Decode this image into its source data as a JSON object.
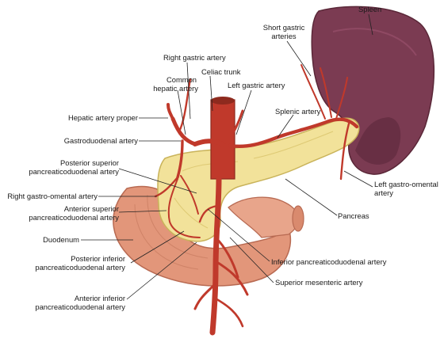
{
  "diagram": {
    "colors": {
      "artery": "#c0392b",
      "artery_dark": "#8e2a1e",
      "pancreas": "#f2e29a",
      "pancreas_dark": "#c9b35a",
      "duodenum": "#e2967a",
      "duodenum_dark": "#b86a52",
      "spleen": "#7b3b52",
      "spleen_dark": "#5a2738",
      "leader": "#222222"
    },
    "labels": {
      "spleen": "Spleen",
      "short_gastric_1": "Short gastric",
      "short_gastric_2": "arteries",
      "right_gastric": "Right gastric artery",
      "common_hepatic_1": "Common",
      "common_hepatic_2": "hepatic artery",
      "celiac_trunk": "Celiac trunk",
      "left_gastric": "Left gastric artery",
      "hepatic_proper": "Hepatic artery proper",
      "splenic": "Splenic artery",
      "gastroduodenal": "Gastroduodenal artery",
      "post_sup_1": "Posterior superior",
      "post_sup_2": "pancreaticoduodenal artery",
      "right_gastro_omental": "Right gastro-omental artery",
      "ant_sup_1": "Anterior superior",
      "ant_sup_2": "pancreaticoduodenal artery",
      "left_gastro_omental_1": "Left gastro-omental",
      "left_gastro_omental_2": "artery",
      "pancreas": "Pancreas",
      "duodenum": "Duodenum",
      "post_inf_1": "Posterior inferior",
      "post_inf_2": "pancreaticoduodenal artery",
      "inf_pancreaticoduodenal": "Inferior pancreaticoduodenal artery",
      "superior_mesenteric": "Superior mesenteric artery",
      "ant_inf_1": "Anterior inferior",
      "ant_inf_2": "pancreaticoduodenal artery"
    }
  }
}
